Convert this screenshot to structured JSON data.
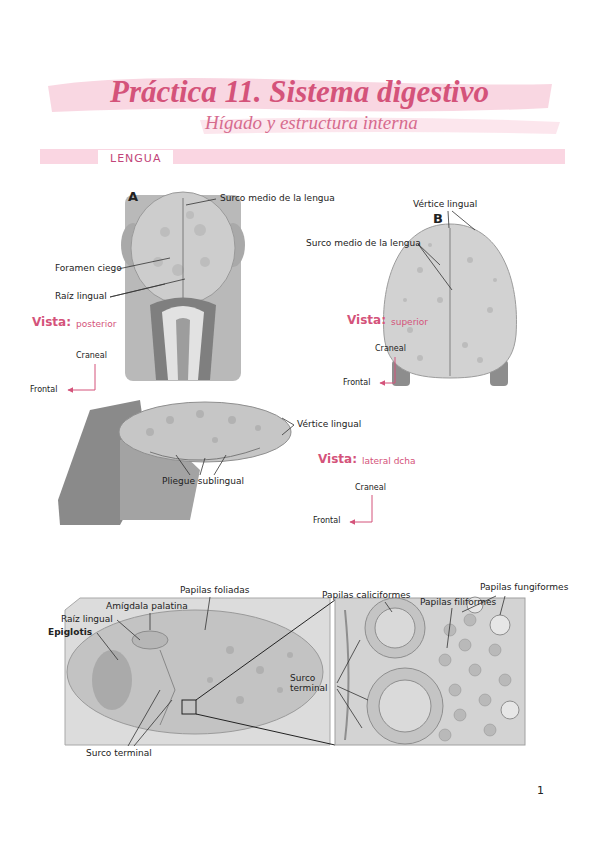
{
  "diagram": {
    "title": "Práctica 11. Sistema digestivo",
    "nodes": [
      {
        "text": [
          "LENGUA"
        ]
      }
    ],
    "labels": [
      "Hígado y estructura interna",
      "A",
      "Surco medio de la lengua",
      "Foramen ciego",
      "Raíz lingual",
      "Vista:",
      "posterior",
      "Craneal",
      "Frontal",
      "B",
      "Vértice lingual",
      "Surco medio de la lengua",
      "Vista:",
      "superior",
      "Craneal",
      "Frontal",
      "Vértice lingual",
      "Pliegue sublingual",
      "Vista:",
      "lateral dcha",
      "Craneal",
      "Frontal",
      "Papilas foliadas",
      "Amígdala palatina",
      "Raíz lingual",
      "Epiglotis",
      "Surco terminal",
      "Papilas caliciformes",
      "Papilas filiformes",
      "Papilas fungiformes",
      "Surco terminal",
      "1"
    ]
  }
}
